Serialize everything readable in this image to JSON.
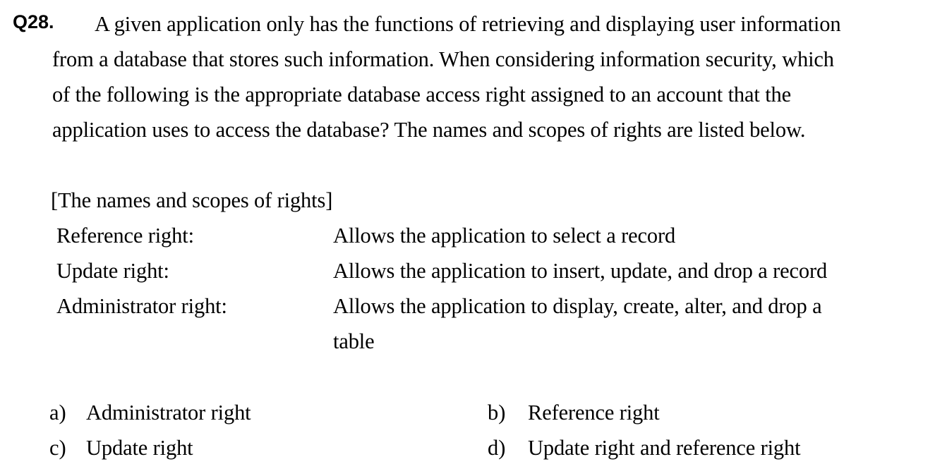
{
  "question": {
    "number_label": "Q28.",
    "stem_lines": [
      "A given application only has the functions of retrieving and displaying user information",
      "from a database that stores such information. When considering information security, which",
      "of the following is the appropriate database access right assigned to an account that the",
      "application uses to access the database? The names and scopes of rights are listed below."
    ]
  },
  "rights_block": {
    "heading": "[The names and scopes of rights]",
    "rows": [
      {
        "name": "Reference right:",
        "description": "Allows the application to select a record",
        "description_continued": ""
      },
      {
        "name": "Update right:",
        "description": "Allows the application to insert, update, and drop a record",
        "description_continued": ""
      },
      {
        "name": "Administrator right:",
        "description": "Allows the application to display, create, alter, and drop a",
        "description_continued": "table"
      }
    ]
  },
  "choices": [
    {
      "letter": "a)",
      "label": "Administrator right"
    },
    {
      "letter": "b)",
      "label": "Reference right"
    },
    {
      "letter": "c)",
      "label": "Update right"
    },
    {
      "letter": "d)",
      "label": "Update right and reference right"
    }
  ],
  "colors": {
    "page_background": "#ffffff",
    "text": "#000000"
  }
}
